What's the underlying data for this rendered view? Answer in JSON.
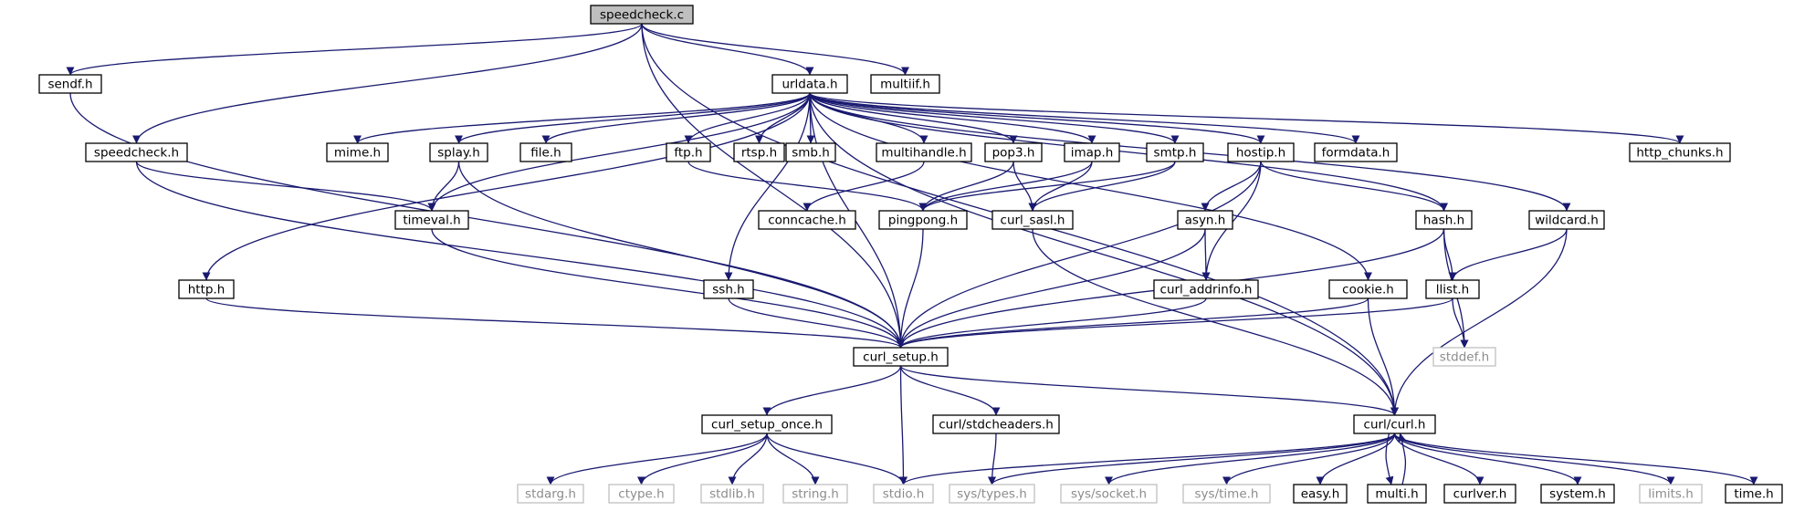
{
  "nodes": [
    {
      "id": "speedcheck_c",
      "label": "speedcheck.c",
      "kind": "root"
    },
    {
      "id": "sendf_h",
      "label": "sendf.h"
    },
    {
      "id": "urldata_h",
      "label": "urldata.h"
    },
    {
      "id": "multiif_h",
      "label": "multiif.h"
    },
    {
      "id": "speedcheck_h",
      "label": "speedcheck.h"
    },
    {
      "id": "mime_h",
      "label": "mime.h"
    },
    {
      "id": "splay_h",
      "label": "splay.h"
    },
    {
      "id": "file_h",
      "label": "file.h"
    },
    {
      "id": "ftp_h",
      "label": "ftp.h"
    },
    {
      "id": "rtsp_h",
      "label": "rtsp.h"
    },
    {
      "id": "smb_h",
      "label": "smb.h"
    },
    {
      "id": "multihandle_h",
      "label": "multihandle.h"
    },
    {
      "id": "pop3_h",
      "label": "pop3.h"
    },
    {
      "id": "imap_h",
      "label": "imap.h"
    },
    {
      "id": "smtp_h",
      "label": "smtp.h"
    },
    {
      "id": "hostip_h",
      "label": "hostip.h"
    },
    {
      "id": "formdata_h",
      "label": "formdata.h"
    },
    {
      "id": "http_chunks_h",
      "label": "http_chunks.h"
    },
    {
      "id": "timeval_h",
      "label": "timeval.h"
    },
    {
      "id": "conncache_h",
      "label": "conncache.h"
    },
    {
      "id": "pingpong_h",
      "label": "pingpong.h"
    },
    {
      "id": "curl_sasl_h",
      "label": "curl_sasl.h"
    },
    {
      "id": "asyn_h",
      "label": "asyn.h"
    },
    {
      "id": "hash_h",
      "label": "hash.h"
    },
    {
      "id": "wildcard_h",
      "label": "wildcard.h"
    },
    {
      "id": "http_h",
      "label": "http.h"
    },
    {
      "id": "ssh_h",
      "label": "ssh.h"
    },
    {
      "id": "curl_addrinfo_h",
      "label": "curl_addrinfo.h"
    },
    {
      "id": "cookie_h",
      "label": "cookie.h"
    },
    {
      "id": "llist_h",
      "label": "llist.h"
    },
    {
      "id": "curl_setup_h",
      "label": "curl_setup.h"
    },
    {
      "id": "stddef_h",
      "label": "stddef.h",
      "kind": "system"
    },
    {
      "id": "curl_setup_once_h",
      "label": "curl_setup_once.h"
    },
    {
      "id": "curl_stdcheaders_h",
      "label": "curl/stdcheaders.h"
    },
    {
      "id": "curl_curl_h",
      "label": "curl/curl.h"
    },
    {
      "id": "stdarg_h",
      "label": "stdarg.h",
      "kind": "system"
    },
    {
      "id": "ctype_h",
      "label": "ctype.h",
      "kind": "system"
    },
    {
      "id": "stdlib_h",
      "label": "stdlib.h",
      "kind": "system"
    },
    {
      "id": "string_h",
      "label": "string.h",
      "kind": "system"
    },
    {
      "id": "stdio_h",
      "label": "stdio.h",
      "kind": "system"
    },
    {
      "id": "sys_types_h",
      "label": "sys/types.h",
      "kind": "system"
    },
    {
      "id": "sys_socket_h",
      "label": "sys/socket.h",
      "kind": "system"
    },
    {
      "id": "sys_time_h",
      "label": "sys/time.h",
      "kind": "system"
    },
    {
      "id": "easy_h",
      "label": "easy.h"
    },
    {
      "id": "multi_h",
      "label": "multi.h"
    },
    {
      "id": "curlver_h",
      "label": "curlver.h"
    },
    {
      "id": "system_h",
      "label": "system.h"
    },
    {
      "id": "limits_h",
      "label": "limits.h",
      "kind": "system"
    },
    {
      "id": "time_h",
      "label": "time.h"
    }
  ],
  "edges": [
    [
      "speedcheck_c",
      "sendf_h"
    ],
    [
      "speedcheck_c",
      "urldata_h"
    ],
    [
      "speedcheck_c",
      "multiif_h"
    ],
    [
      "speedcheck_c",
      "speedcheck_h"
    ],
    [
      "speedcheck_c",
      "curl_setup_h"
    ],
    [
      "speedcheck_c",
      "curl_curl_h"
    ],
    [
      "sendf_h",
      "curl_setup_h"
    ],
    [
      "urldata_h",
      "curl_setup_h"
    ],
    [
      "urldata_h",
      "http_h"
    ],
    [
      "urldata_h",
      "timeval_h"
    ],
    [
      "urldata_h",
      "mime_h"
    ],
    [
      "urldata_h",
      "splay_h"
    ],
    [
      "urldata_h",
      "file_h"
    ],
    [
      "urldata_h",
      "ftp_h"
    ],
    [
      "urldata_h",
      "rtsp_h"
    ],
    [
      "urldata_h",
      "smb_h"
    ],
    [
      "urldata_h",
      "multihandle_h"
    ],
    [
      "urldata_h",
      "pop3_h"
    ],
    [
      "urldata_h",
      "imap_h"
    ],
    [
      "urldata_h",
      "smtp_h"
    ],
    [
      "urldata_h",
      "hostip_h"
    ],
    [
      "urldata_h",
      "formdata_h"
    ],
    [
      "urldata_h",
      "http_chunks_h"
    ],
    [
      "urldata_h",
      "ssh_h"
    ],
    [
      "urldata_h",
      "cookie_h"
    ],
    [
      "urldata_h",
      "hash_h"
    ],
    [
      "urldata_h",
      "wildcard_h"
    ],
    [
      "urldata_h",
      "curl_curl_h"
    ],
    [
      "speedcheck_h",
      "curl_setup_h"
    ],
    [
      "speedcheck_h",
      "timeval_h"
    ],
    [
      "splay_h",
      "timeval_h"
    ],
    [
      "splay_h",
      "curl_setup_h"
    ],
    [
      "timeval_h",
      "curl_setup_h"
    ],
    [
      "ftp_h",
      "pingpong_h"
    ],
    [
      "multihandle_h",
      "conncache_h"
    ],
    [
      "pop3_h",
      "pingpong_h"
    ],
    [
      "pop3_h",
      "curl_sasl_h"
    ],
    [
      "imap_h",
      "pingpong_h"
    ],
    [
      "imap_h",
      "curl_sasl_h"
    ],
    [
      "smtp_h",
      "pingpong_h"
    ],
    [
      "smtp_h",
      "curl_sasl_h"
    ],
    [
      "hostip_h",
      "curl_setup_h"
    ],
    [
      "hostip_h",
      "asyn_h"
    ],
    [
      "hostip_h",
      "curl_addrinfo_h"
    ],
    [
      "hostip_h",
      "hash_h"
    ],
    [
      "pingpong_h",
      "curl_setup_h"
    ],
    [
      "curl_sasl_h",
      "curl_curl_h"
    ],
    [
      "asyn_h",
      "curl_setup_h"
    ],
    [
      "asyn_h",
      "curl_addrinfo_h"
    ],
    [
      "curl_addrinfo_h",
      "curl_setup_h"
    ],
    [
      "hash_h",
      "curl_setup_h"
    ],
    [
      "hash_h",
      "llist_h"
    ],
    [
      "hash_h",
      "stddef_h"
    ],
    [
      "wildcard_h",
      "llist_h"
    ],
    [
      "wildcard_h",
      "curl_curl_h"
    ],
    [
      "http_h",
      "curl_setup_h"
    ],
    [
      "ssh_h",
      "curl_setup_h"
    ],
    [
      "cookie_h",
      "curl_setup_h"
    ],
    [
      "cookie_h",
      "curl_curl_h"
    ],
    [
      "llist_h",
      "curl_setup_h"
    ],
    [
      "llist_h",
      "stddef_h"
    ],
    [
      "curl_setup_h",
      "curl_setup_once_h"
    ],
    [
      "curl_setup_h",
      "stdio_h"
    ],
    [
      "curl_setup_h",
      "curl_stdcheaders_h"
    ],
    [
      "curl_setup_h",
      "curl_curl_h"
    ],
    [
      "curl_setup_once_h",
      "stdarg_h"
    ],
    [
      "curl_setup_once_h",
      "ctype_h"
    ],
    [
      "curl_setup_once_h",
      "stdlib_h"
    ],
    [
      "curl_setup_once_h",
      "string_h"
    ],
    [
      "curl_setup_once_h",
      "stdio_h"
    ],
    [
      "curl_stdcheaders_h",
      "sys_types_h"
    ],
    [
      "curl_curl_h",
      "stdio_h"
    ],
    [
      "curl_curl_h",
      "sys_types_h"
    ],
    [
      "curl_curl_h",
      "sys_socket_h"
    ],
    [
      "curl_curl_h",
      "sys_time_h"
    ],
    [
      "curl_curl_h",
      "easy_h"
    ],
    [
      "curl_curl_h",
      "multi_h"
    ],
    [
      "curl_curl_h",
      "curlver_h"
    ],
    [
      "curl_curl_h",
      "system_h"
    ],
    [
      "curl_curl_h",
      "limits_h"
    ],
    [
      "curl_curl_h",
      "time_h"
    ],
    [
      "multi_h",
      "curl_curl_h"
    ]
  ]
}
